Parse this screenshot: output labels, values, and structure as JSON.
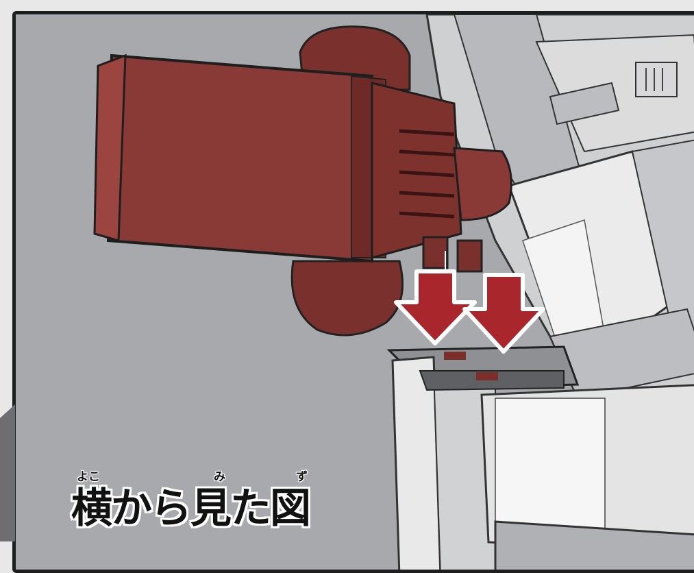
{
  "caption": {
    "ruby_yoko": "よこ",
    "ruby_mi": "み",
    "ruby_zu": "ず",
    "text": "横から見た図"
  },
  "colors": {
    "background": "#a7a9ad",
    "part_red": "#8a3a36",
    "arrow_red": "#a8262c",
    "robot_white": "#e6e6e6"
  },
  "icons": [
    "down-arrow-icon",
    "down-arrow-icon"
  ]
}
